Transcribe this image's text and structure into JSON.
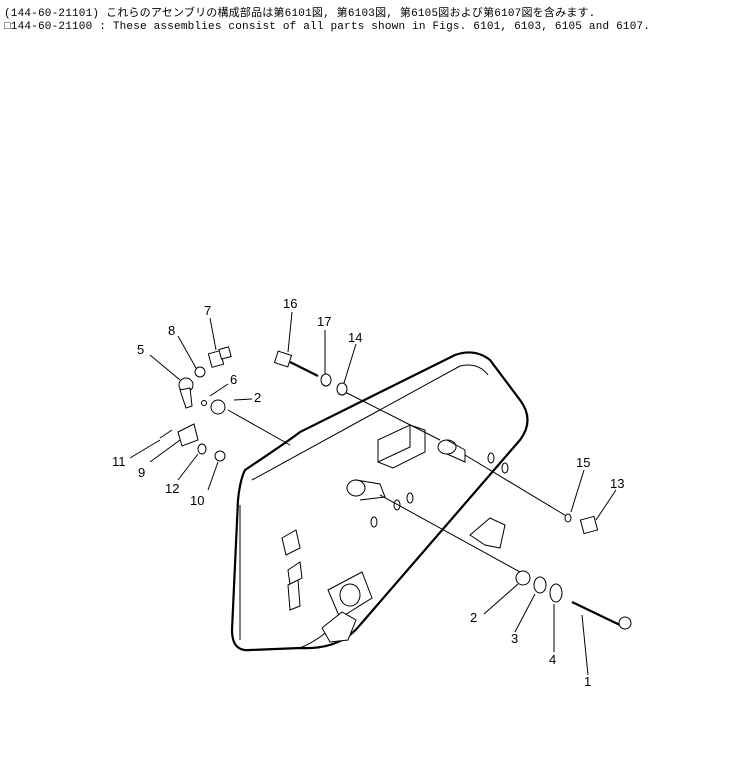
{
  "header": {
    "line1": "(144-60-21101) これらのアセンブリの構成部品は第6101図, 第6103図, 第6105図および第6107図を含みます.",
    "line2": "□144-60-21100 : These assemblies consist of all parts shown in Figs. 6101, 6103, 6105 and 6107."
  },
  "callouts": [
    "1",
    "2",
    "2",
    "3",
    "4",
    "5",
    "6",
    "7",
    "8",
    "9",
    "10",
    "11",
    "12",
    "13",
    "14",
    "15",
    "16",
    "17"
  ]
}
